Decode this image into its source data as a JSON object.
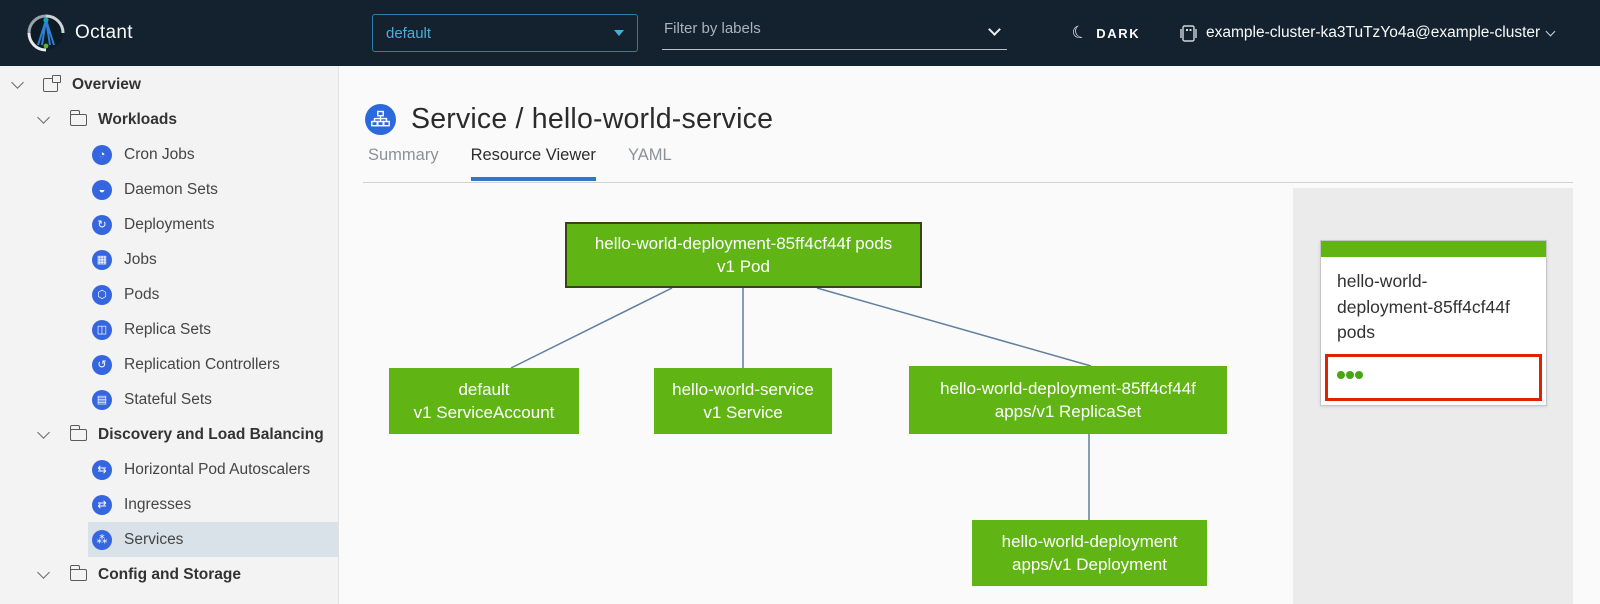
{
  "colors": {
    "header_bg": "#13222e",
    "accent_blue": "#49afd9",
    "icon_blue": "#3566e0",
    "node_green": "#60b515",
    "alert_red": "#e12200",
    "tab_underline_blue": "#2c7bc2",
    "selected_row_bg": "#d8e2e8"
  },
  "header": {
    "app_name": "Octant",
    "namespace_selector": {
      "value": "default"
    },
    "filter": {
      "placeholder": "Filter by labels"
    },
    "theme_toggle": {
      "label": "DARK",
      "icon": "moon-icon",
      "glyph": "☾"
    },
    "cluster_selector": {
      "label": "example-cluster-ka3TuTzYo4a@example-cluster",
      "icon": "cluster-icon"
    }
  },
  "sidebar": {
    "items": [
      {
        "label": "Overview",
        "level": 0,
        "type": "group",
        "icon": "overview-icon",
        "expanded": true
      },
      {
        "label": "Workloads",
        "level": 1,
        "type": "group",
        "icon": "folder-icon",
        "expanded": true
      },
      {
        "label": "Cron Jobs",
        "level": 2,
        "icon": "cron-jobs-icon",
        "glyph": "◔"
      },
      {
        "label": "Daemon Sets",
        "level": 2,
        "icon": "daemon-sets-icon",
        "glyph": "◒"
      },
      {
        "label": "Deployments",
        "level": 2,
        "icon": "deployments-icon",
        "glyph": "↻"
      },
      {
        "label": "Jobs",
        "level": 2,
        "icon": "jobs-icon",
        "glyph": "▦"
      },
      {
        "label": "Pods",
        "level": 2,
        "icon": "pods-icon",
        "glyph": "⬡"
      },
      {
        "label": "Replica Sets",
        "level": 2,
        "icon": "replica-sets-icon",
        "glyph": "◫"
      },
      {
        "label": "Replication Controllers",
        "level": 2,
        "icon": "replication-controllers-icon",
        "glyph": "↺"
      },
      {
        "label": "Stateful Sets",
        "level": 2,
        "icon": "stateful-sets-icon",
        "glyph": "▤"
      },
      {
        "label": "Discovery and Load Balancing",
        "level": 1,
        "type": "group",
        "icon": "folder-icon",
        "expanded": true
      },
      {
        "label": "Horizontal Pod Autoscalers",
        "level": 2,
        "icon": "horizontal-pod-autoscalers-icon",
        "glyph": "⇆"
      },
      {
        "label": "Ingresses",
        "level": 2,
        "icon": "ingresses-icon",
        "glyph": "⇄"
      },
      {
        "label": "Services",
        "level": 2,
        "icon": "services-icon",
        "glyph": "⁂",
        "selected": true
      },
      {
        "label": "Config and Storage",
        "level": 1,
        "type": "group",
        "icon": "folder-icon",
        "expanded": true
      }
    ]
  },
  "main": {
    "title": {
      "text": "Service / hello-world-service",
      "icon": "service-icon"
    },
    "tabs": [
      {
        "label": "Summary",
        "active": false
      },
      {
        "label": "Resource Viewer",
        "active": true
      },
      {
        "label": "YAML",
        "active": false
      }
    ]
  },
  "graph": {
    "nodes": {
      "pod": {
        "line1": "hello-world-deployment-85ff4cf44f pods",
        "line2": "v1 Pod",
        "selected": true
      },
      "service_account": {
        "line1": "default",
        "line2": "v1 ServiceAccount"
      },
      "service": {
        "line1": "hello-world-service",
        "line2": "v1 Service"
      },
      "replica_set": {
        "line1": "hello-world-deployment-85ff4cf44f",
        "line2": "apps/v1 ReplicaSet"
      },
      "deployment": {
        "line1": "hello-world-deployment",
        "line2": "apps/v1 Deployment"
      }
    },
    "edges": [
      [
        "pod",
        "service_account"
      ],
      [
        "pod",
        "service"
      ],
      [
        "pod",
        "replica_set"
      ],
      [
        "replica_set",
        "deployment"
      ]
    ]
  },
  "side_panel": {
    "card": {
      "title": "hello-world-deployment-85ff4cf44f pods",
      "status_dots": 3,
      "highlighted": true,
      "status_color": "#60b515"
    }
  }
}
